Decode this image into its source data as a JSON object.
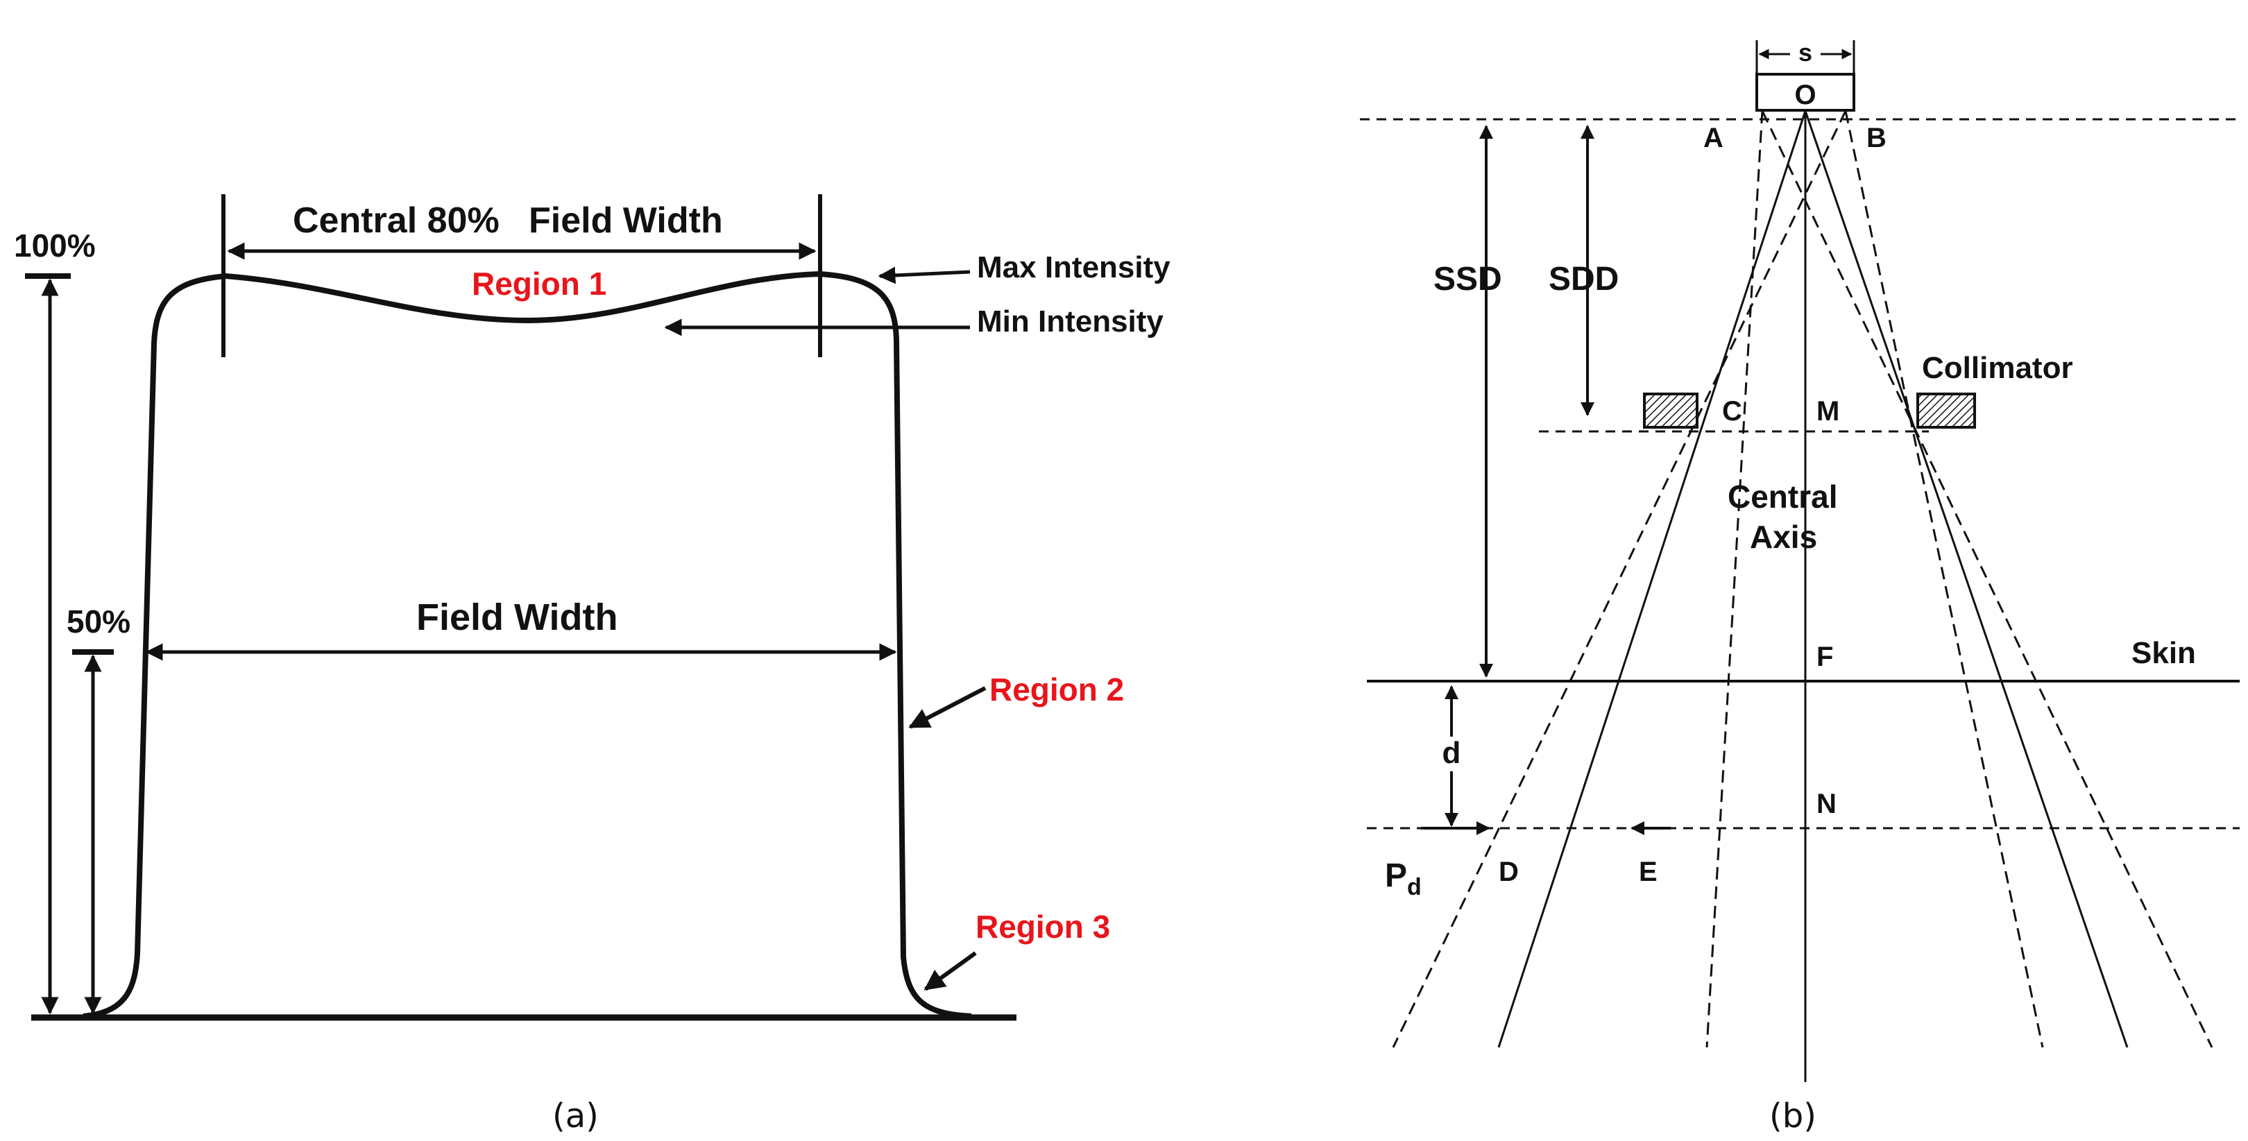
{
  "panel_a": {
    "caption": "(a)",
    "y_top_label": "100%",
    "y_mid_label": "50%",
    "central_label": "Central 80%",
    "central_field_width_label": "Field Width",
    "field_width_label": "Field Width",
    "max_intensity_label": "Max Intensity",
    "min_intensity_label": "Min Intensity",
    "region1_label": "Region 1",
    "region2_label": "Region 2",
    "region3_label": "Region 3"
  },
  "panel_b": {
    "caption": "(b)",
    "s_label": "s",
    "o_label": "O",
    "a_label": "A",
    "b_label": "B",
    "ssd_label": "SSD",
    "sdd_label": "SDD",
    "c_label": "C",
    "m_label": "M",
    "collimator_label": "Collimator",
    "central_label": "Central",
    "axis_label": "Axis",
    "f_label": "F",
    "skin_label": "Skin",
    "d_label": "d",
    "n_label": "N",
    "pd_label": "P",
    "pd_sub": "d",
    "dd_label": "D",
    "e_label": "E"
  },
  "colors": {
    "ink": "#111111",
    "region_red": "#e8151b"
  }
}
